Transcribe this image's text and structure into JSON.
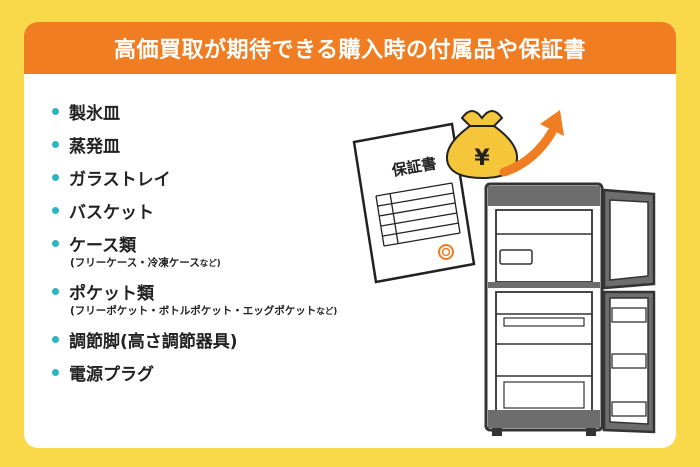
{
  "header": {
    "title": "高価買取が期待できる購入時の付属品や保証書"
  },
  "items": [
    {
      "label": "製氷皿"
    },
    {
      "label": "蒸発皿"
    },
    {
      "label": "ガラストレイ"
    },
    {
      "label": "バスケット"
    },
    {
      "label": "ケース類",
      "note": "(フリーケース・冷凍ケース",
      "note_suffix": "など)"
    },
    {
      "label": "ポケット類",
      "note": "(フリーポケット・ボトルポケット・エッグポケット",
      "note_suffix": "など)"
    },
    {
      "label": "調節脚(高さ調節器具)"
    },
    {
      "label": "電源プラグ"
    }
  ],
  "illustration": {
    "warranty_title": "保証書",
    "money_bag_symbol": "¥",
    "icons": [
      "warranty-document-icon",
      "money-bag-icon",
      "up-arrow-icon",
      "refrigerator-icon"
    ]
  },
  "colors": {
    "background": "#f9d949",
    "header": "#f07d22",
    "bullet": "#2bb5c2",
    "arrow": "#f07d22",
    "bag": "#f5c53a",
    "fridge": "#555555"
  }
}
